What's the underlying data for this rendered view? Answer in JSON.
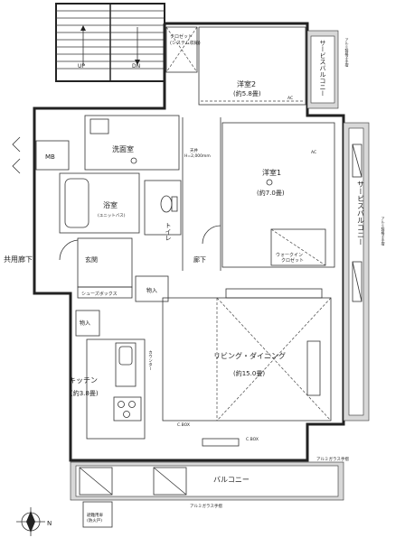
{
  "rooms": {
    "western2": {
      "name": "洋室2",
      "size": "(約5.8畳)"
    },
    "western1": {
      "name": "洋室1",
      "size": "(約7.0畳)"
    },
    "ldk": {
      "name": "リビング・ダイニング",
      "size": "(約15.0畳)"
    },
    "kitchen": {
      "name": "キッチン",
      "size": "(約3.8畳)"
    },
    "washroom": {
      "name": "洗面室"
    },
    "bath": {
      "name": "浴室",
      "note": "(ユニットバス)"
    },
    "toilet": {
      "name": "トイレ"
    },
    "entrance": {
      "name": "玄関"
    },
    "hallway": {
      "name": "廊下"
    },
    "mb": {
      "name": "MB"
    },
    "storage1": {
      "name": "物入"
    },
    "storage2": {
      "name": "物入"
    },
    "shoebox": {
      "name": "シューズボックス"
    },
    "walkin": {
      "name": "ウォークイン\nクロゼット"
    },
    "closet": {
      "name": "クロゼット\n(システム収納)"
    }
  },
  "stairs": {
    "up": "UP",
    "down": "DN"
  },
  "balconies": {
    "service_top": "サービスバルコニー",
    "service_right": "サービスバルコニー",
    "main": "バルコニー"
  },
  "corridor": {
    "label": "共用廊下"
  },
  "notes": {
    "ceiling": "天井\nH=2,000mm",
    "rail_top": "アルミ製格子手摺",
    "rail_right": "アルミ製格子手摺",
    "rail_glass1": "アルミガラス手摺",
    "rail_glass2": "アルミガラス手摺",
    "cbox1": "C.BOX",
    "cbox2": "C.BOX",
    "emergency": "避難用扉\n(防火戸)",
    "counter": "カウンター",
    "ac": "AC"
  },
  "compass": {
    "north": "N"
  },
  "colors": {
    "line": "#222222",
    "hatch": "#d8d8d8",
    "paper": "#ffffff"
  }
}
